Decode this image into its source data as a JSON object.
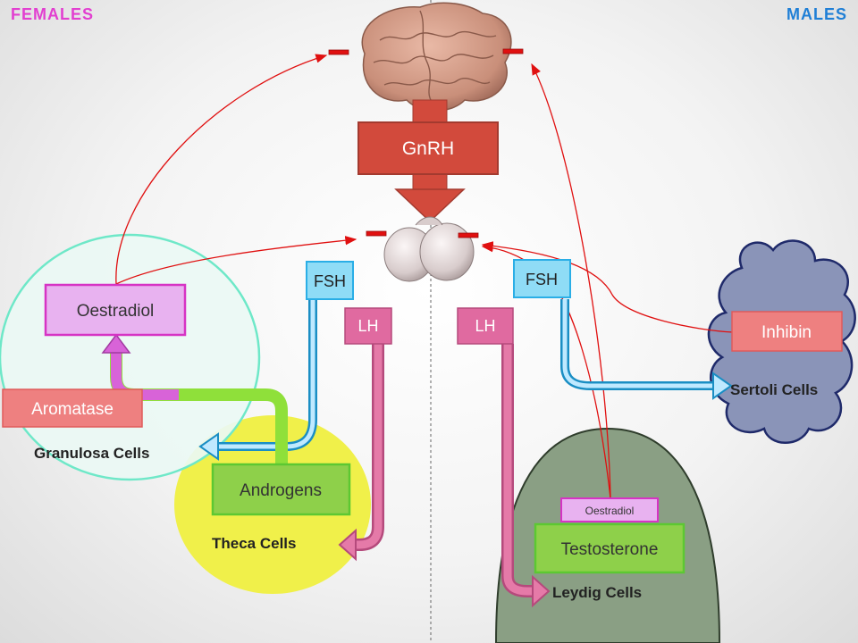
{
  "header": {
    "females": "FEMALES",
    "males": "MALES"
  },
  "colors": {
    "females": "#e23fd0",
    "males": "#1f7fd6",
    "feedback_line": "#e01010",
    "inhibit_mark": "#e01010",
    "gnrh": "#d24a3c",
    "fsh": "#2aaee6",
    "lh": "#e06aa0",
    "androgen_path": "#8fe03a",
    "aromatase_path": "#d863d8"
  },
  "hormones": {
    "gnrh": "GnRH",
    "fsh_left": "FSH",
    "fsh_right": "FSH",
    "lh_left": "LH",
    "lh_right": "LH"
  },
  "females": {
    "oestradiol": "Oestradiol",
    "aromatase": "Aromatase",
    "androgens": "Androgens",
    "granulosa": "Granulosa Cells",
    "theca": "Theca Cells"
  },
  "males": {
    "inhibin": "Inhibin",
    "sertoli": "Sertoli Cells",
    "oestradiol": "Oestradiol",
    "testosterone": "Testosterone",
    "leydig": "Leydig Cells"
  },
  "icons": {
    "brain": "brain-icon",
    "pituitary": "pituitary-gland-icon",
    "inhibition": "minus-sign-icon"
  }
}
